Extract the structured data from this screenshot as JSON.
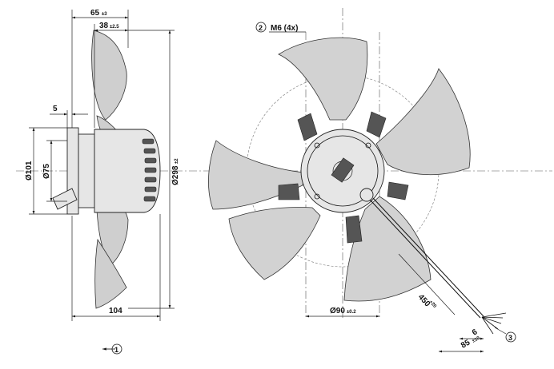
{
  "dimensions": {
    "depth_overall": {
      "value": "65",
      "tolerance": "±3"
    },
    "depth_motor": {
      "value": "38",
      "tolerance": "±2.5"
    },
    "flange_thickness": {
      "value": "5"
    },
    "diameter_101": {
      "value": "Ø101"
    },
    "diameter_75": {
      "value": "Ø75"
    },
    "diameter_fan": {
      "value": "Ø298",
      "tolerance": "±2"
    },
    "width_base": {
      "value": "104"
    },
    "diameter_90": {
      "value": "Ø90",
      "tolerance": "±0.2"
    },
    "cable_length": {
      "value": "450",
      "tolerance": "+20"
    },
    "strip_length": {
      "value": "6"
    },
    "wire_length": {
      "value": "85",
      "tolerance": "±10"
    }
  },
  "callouts": {
    "c1": {
      "number": "1"
    },
    "c2": {
      "number": "2",
      "text": "M6 (4x)"
    },
    "c3": {
      "number": "3"
    }
  }
}
